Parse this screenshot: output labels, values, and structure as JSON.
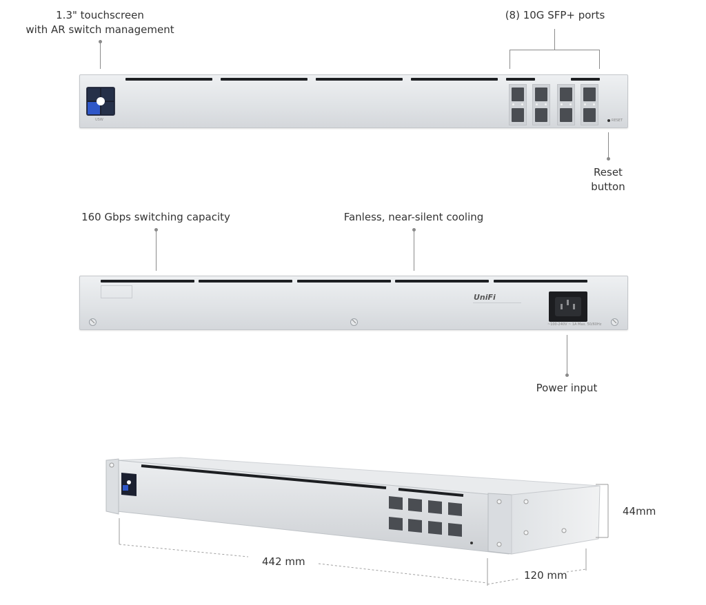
{
  "labels": {
    "touchscreen_line1": "1.3\" touchscreen",
    "touchscreen_line2": "with AR switch management",
    "sfp_ports": "(8) 10G SFP+ ports",
    "reset_line1": "Reset",
    "reset_line2": "button",
    "switching_capacity": "160 Gbps switching capacity",
    "cooling": "Fanless, near-silent cooling",
    "power_input": "Power input",
    "width_dim": "442 mm",
    "depth_dim": "120 mm",
    "height_dim": "44mm"
  },
  "device": {
    "model_tag": "USW",
    "reset_tag": "RESET",
    "brand": "UniFi",
    "rear_spec": "~100-240V ~ 1A Max. 50/60Hz"
  },
  "colors": {
    "chassis": "#e3e6e9",
    "vent": "#1d1f22",
    "screen": "#1b2030",
    "screen_accent": "#2f57c8",
    "port": "#4a4d52"
  }
}
